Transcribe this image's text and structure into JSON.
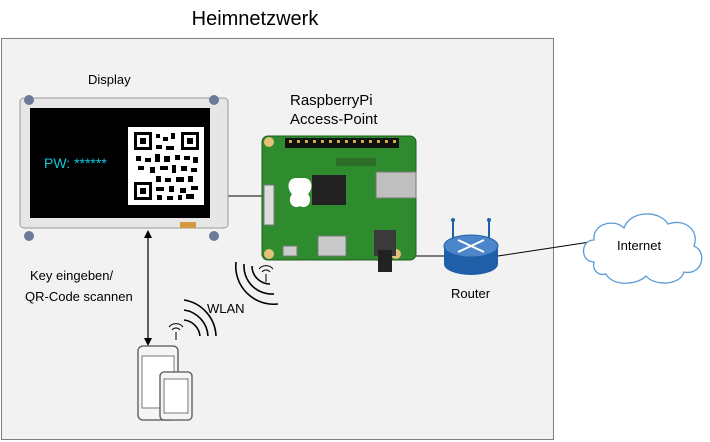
{
  "title": "Heimnetzwerk",
  "display": {
    "label": "Display",
    "password_text": "PW: ******"
  },
  "raspberry_pi": {
    "label_line1": "RaspberryPi",
    "label_line2": "Access-Point"
  },
  "router": {
    "label": "Router"
  },
  "internet": {
    "label": "Internet"
  },
  "wlan": {
    "label": "WLAN"
  },
  "phone_action": {
    "line1": "Key eingeben/",
    "line2": "QR-Code scannen"
  },
  "icons": [
    "raspberry-pi-board-icon",
    "router-icon",
    "cloud-icon",
    "smartphone-icon",
    "wifi-icon",
    "qr-code-icon"
  ],
  "colors": {
    "password_text": "#12c6d9",
    "board_green": "#2e8b2e",
    "router_blue": "#1f5fa8",
    "cloud_border": "#5b9bd5"
  }
}
